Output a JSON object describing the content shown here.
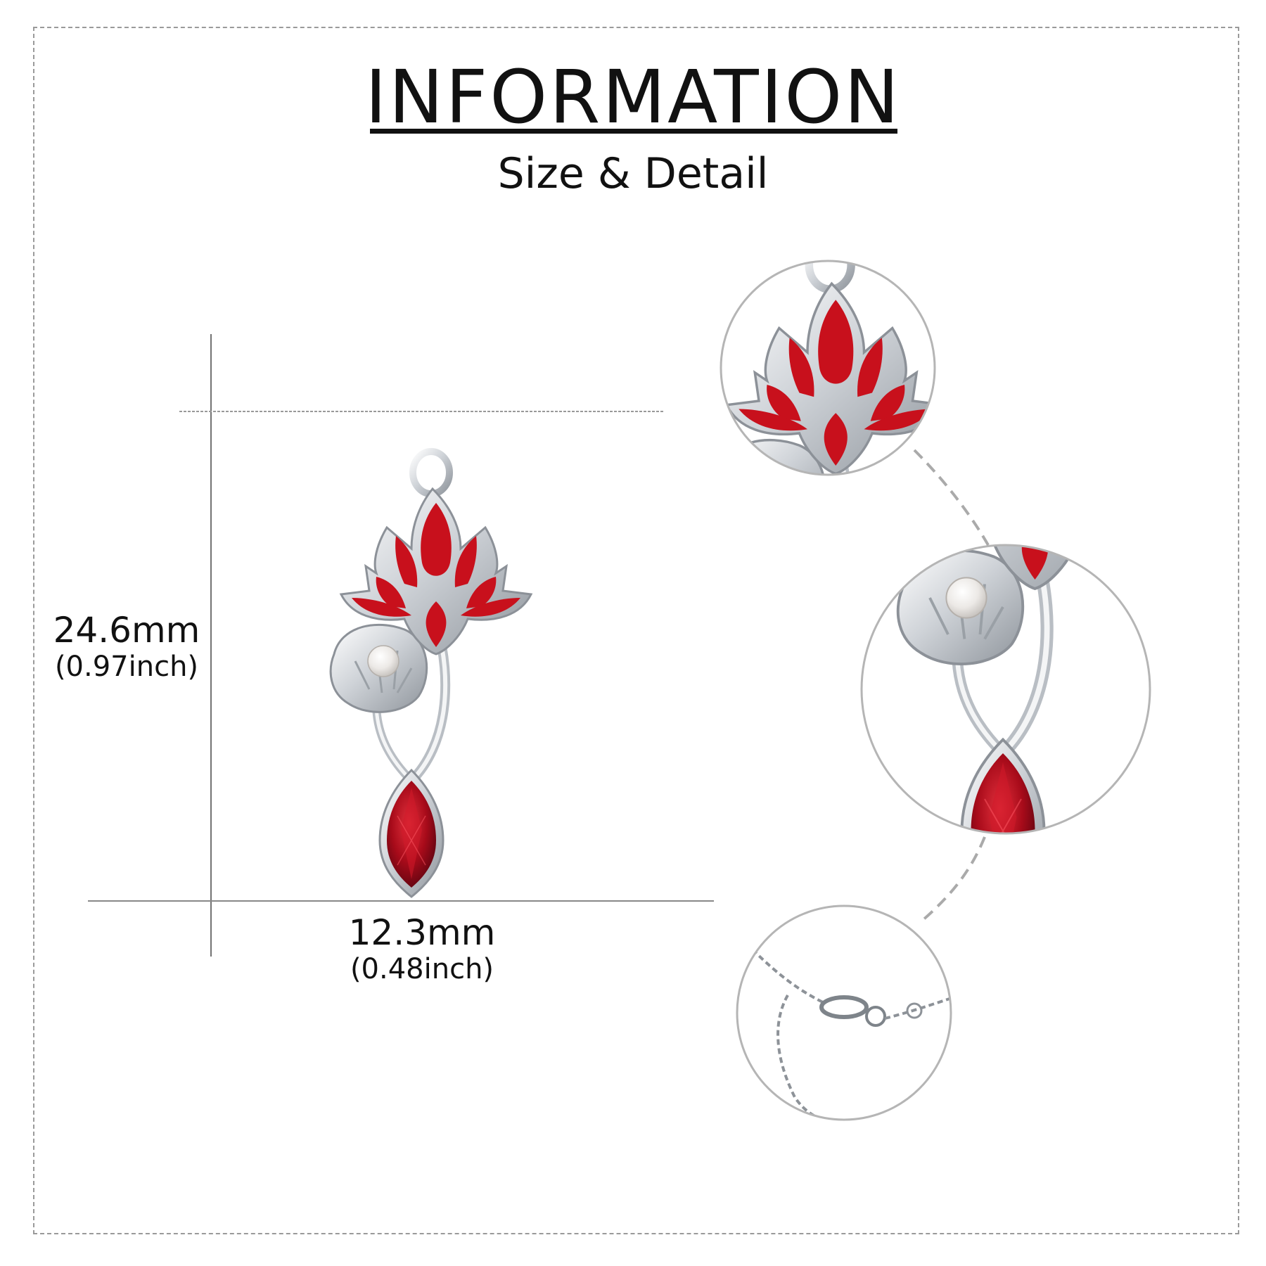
{
  "header": {
    "title": "INFORMATION",
    "subtitle": "Size & Detail"
  },
  "dimensions": {
    "height_mm": "24.6mm",
    "height_inch": "(0.97inch)",
    "width_mm": "12.3mm",
    "width_inch": "(0.48inch)"
  },
  "colors": {
    "enamel_red": "#c8101c",
    "stone_red": "#9e0a18",
    "silver": "#d9dce0",
    "line_gray": "#9a9a9a"
  },
  "detail_views": [
    {
      "name": "lotus-flower-closeup"
    },
    {
      "name": "pearl-and-stone-closeup"
    },
    {
      "name": "chain-clasp-closeup"
    }
  ]
}
